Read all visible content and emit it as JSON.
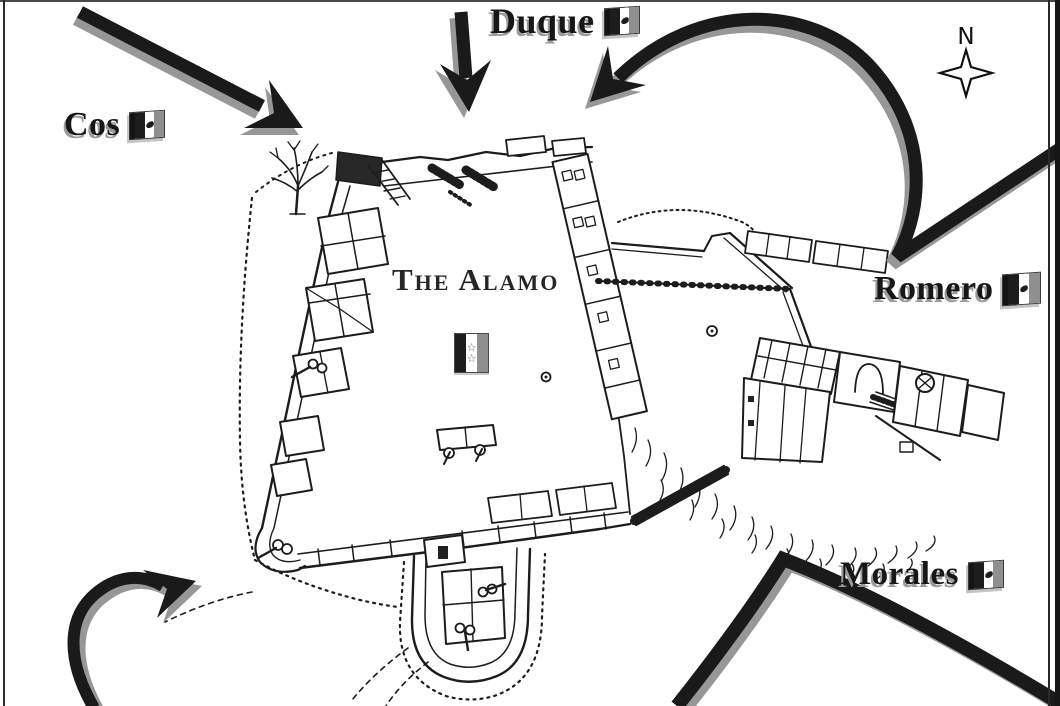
{
  "map": {
    "title": "The Alamo",
    "compass": {
      "label": "N"
    },
    "attackers": {
      "cos": "Cos",
      "duque": "Duque",
      "romero": "Romero",
      "morales": "Morales"
    },
    "fort_flag": {
      "stars": [
        "☆",
        "☆"
      ]
    },
    "colors": {
      "ink": "#1c1c1c",
      "arrow_black": "#1a1a1a",
      "arrow_shadow": "#979797",
      "label_shadow": "#9b9b9b",
      "flag_dark_stripe": "#1d1d1d",
      "flag_light_stripe": "#ffffff",
      "flag_gray_stripe": "#8f8f8f",
      "background": "#ffffff"
    }
  }
}
